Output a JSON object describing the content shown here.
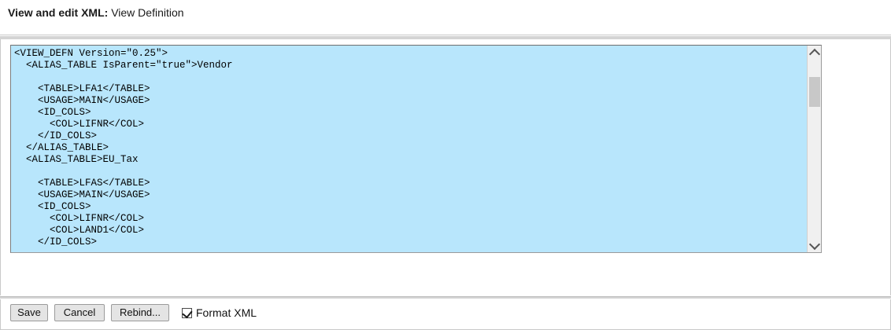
{
  "header": {
    "title_bold": "View and edit XML:",
    "title_normal": " View Definition"
  },
  "editor": {
    "name": "xml-definition-editor",
    "background_color": "#b8e6fc",
    "content": "<VIEW_DEFN Version=\"0.25\">\n  <ALIAS_TABLE IsParent=\"true\">Vendor\n\n    <TABLE>LFA1</TABLE>\n    <USAGE>MAIN</USAGE>\n    <ID_COLS>\n      <COL>LIFNR</COL>\n    </ID_COLS>\n  </ALIAS_TABLE>\n  <ALIAS_TABLE>EU_Tax\n\n    <TABLE>LFAS</TABLE>\n    <USAGE>MAIN</USAGE>\n    <ID_COLS>\n      <COL>LIFNR</COL>\n      <COL>LAND1</COL>\n    </ID_COLS>"
  },
  "scrollbar": {
    "up_arrow": "chevron-up-icon",
    "down_arrow": "chevron-down-icon"
  },
  "footer": {
    "save_label": "Save",
    "cancel_label": "Cancel",
    "rebind_label": "Rebind...",
    "format_xml_label": "Format XML",
    "format_xml_checked": "true"
  }
}
